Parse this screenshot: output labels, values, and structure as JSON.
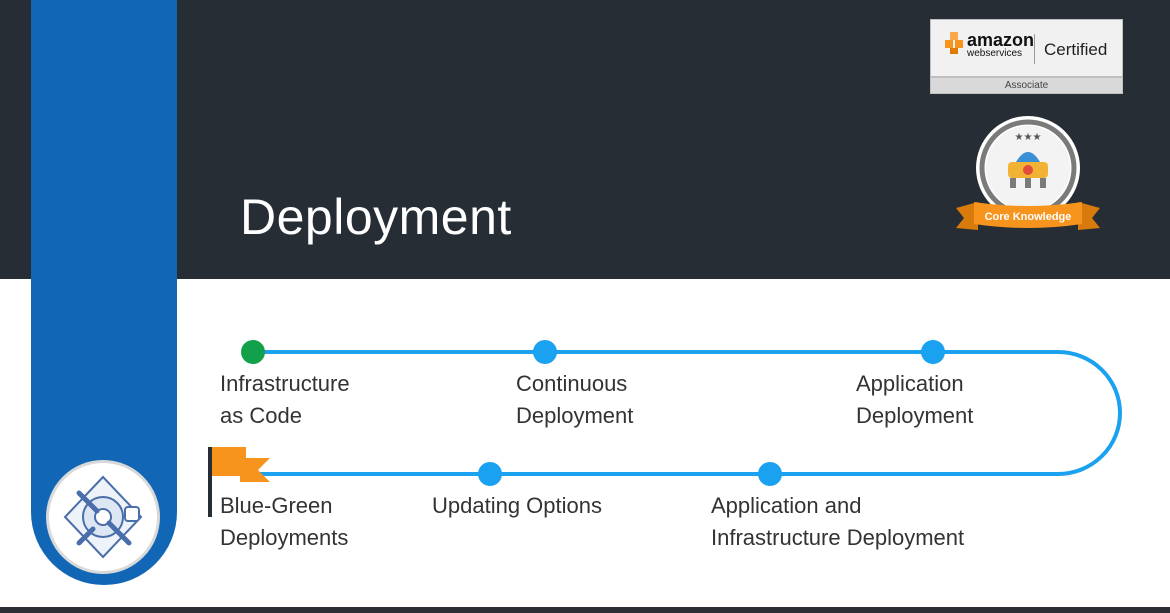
{
  "title": "Deployment",
  "aws_badge": {
    "brand": "amazon",
    "sub_brand": "webservices",
    "certified": "Certified",
    "level": "Associate"
  },
  "knowledge_badge": {
    "label": "Core Knowledge",
    "stars": "★★★"
  },
  "timeline": {
    "milestones": [
      {
        "line1": "Infrastructure",
        "line2": "as Code",
        "status": "current"
      },
      {
        "line1": "Continuous",
        "line2": "Deployment",
        "status": "upcoming"
      },
      {
        "line1": "Application",
        "line2": "Deployment",
        "status": "upcoming"
      },
      {
        "line1": "Application and",
        "line2": "Infrastructure Deployment",
        "status": "upcoming"
      },
      {
        "line1": "Updating Options",
        "line2": "",
        "status": "upcoming"
      },
      {
        "line1": "Blue-Green",
        "line2": "Deployments",
        "status": "finish"
      }
    ]
  },
  "colors": {
    "header_band": "#262d34",
    "side_strip": "#1167b5",
    "timeline_line": "#1aa1ef",
    "current_dot": "#12a14a",
    "flag": "#f7941d",
    "ribbon": "#f7941d"
  },
  "icons": {
    "section_icon": "tools-gear-icon",
    "flag": "finish-flag-icon",
    "badge": "robot-badge-icon"
  }
}
